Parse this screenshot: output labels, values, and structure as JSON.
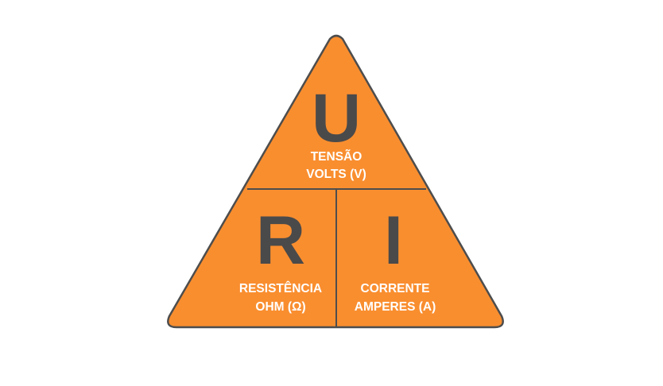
{
  "colors": {
    "fill": "#F98E2F",
    "outline": "#4D4D4D",
    "letter": "#4A4A4A",
    "caption": "#FFFFFF",
    "background": "#FFFFFF"
  },
  "top": {
    "letter": "U",
    "caption_line1": "TENSÃO",
    "caption_line2": "VOLTS (V)"
  },
  "bottom_left": {
    "letter": "R",
    "caption_line1": "RESISTÊNCIA",
    "caption_line2": "OHM (Ω)"
  },
  "bottom_right": {
    "letter": "I",
    "caption_line1": "CORRENTE",
    "caption_line2": "AMPERES (A)"
  }
}
